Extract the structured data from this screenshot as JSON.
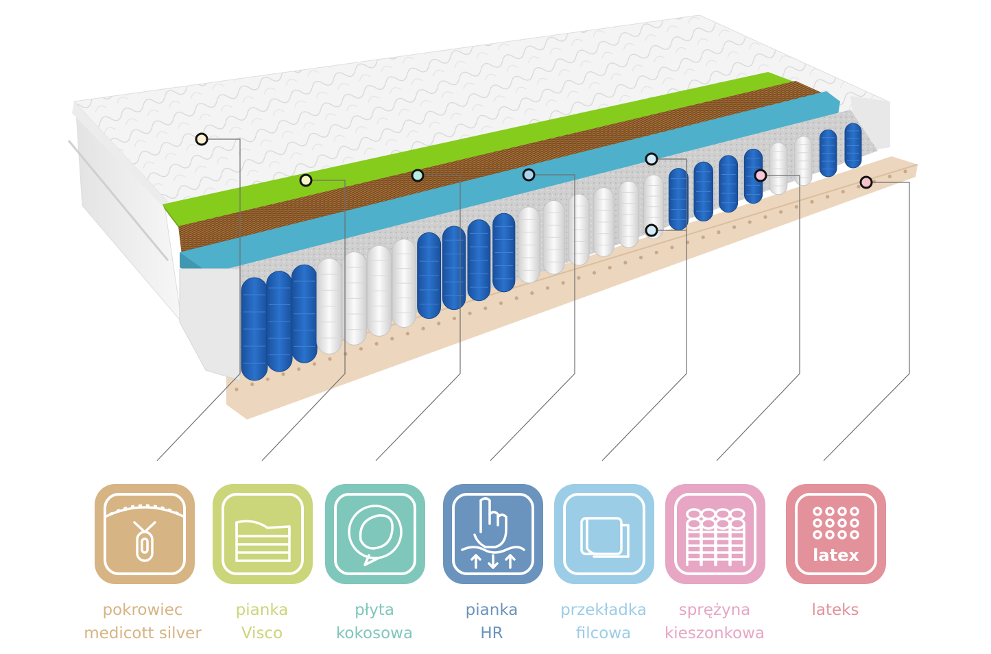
{
  "layers": [
    {
      "id": "pokrowiec",
      "line1": "pokrowiec",
      "line2": "medicott silver",
      "color": "#d6b483",
      "dot": "#fdf3d2",
      "icon": "zipper-icon"
    },
    {
      "id": "visco",
      "line1": "pianka",
      "line2": "Visco",
      "color": "#cbd57a",
      "dot": "#f4f7c2",
      "icon": "foam-layers-icon"
    },
    {
      "id": "kokos",
      "line1": "płyta",
      "line2": "kokosowa",
      "color": "#7fc7ba",
      "dot": "#b9ece0",
      "icon": "coconut-icon"
    },
    {
      "id": "hr",
      "line1": "pianka",
      "line2": "HR",
      "color": "#6a93bd",
      "dot": "#a9d4ef",
      "icon": "press-foam-icon"
    },
    {
      "id": "filc",
      "line1": "przekładka",
      "line2": "filcowa",
      "color": "#9ccde6",
      "dot": "#d3ecf8",
      "icon": "felt-pad-icon"
    },
    {
      "id": "sprezyna",
      "line1": "sprężyna",
      "line2": "kieszonkowa",
      "color": "#e6a6c4",
      "dot": "#f6c6dc",
      "icon": "pocket-springs-icon"
    },
    {
      "id": "lateks",
      "line1": "lateks",
      "line2": "",
      "color": "#e3919a",
      "dot": "#f5c3cb",
      "icon": "latex-icon",
      "icon_text": "latex"
    }
  ],
  "colors": {
    "cover": "#f2f2f2",
    "visco_layer": "#8cd11f",
    "coco_layer": "#8a5a2a",
    "hr_layer": "#4fb2cc",
    "spring_blue": "#1f5fb3",
    "spring_white": "#e9e9e9",
    "latex_layer": "#ecd6bd"
  }
}
